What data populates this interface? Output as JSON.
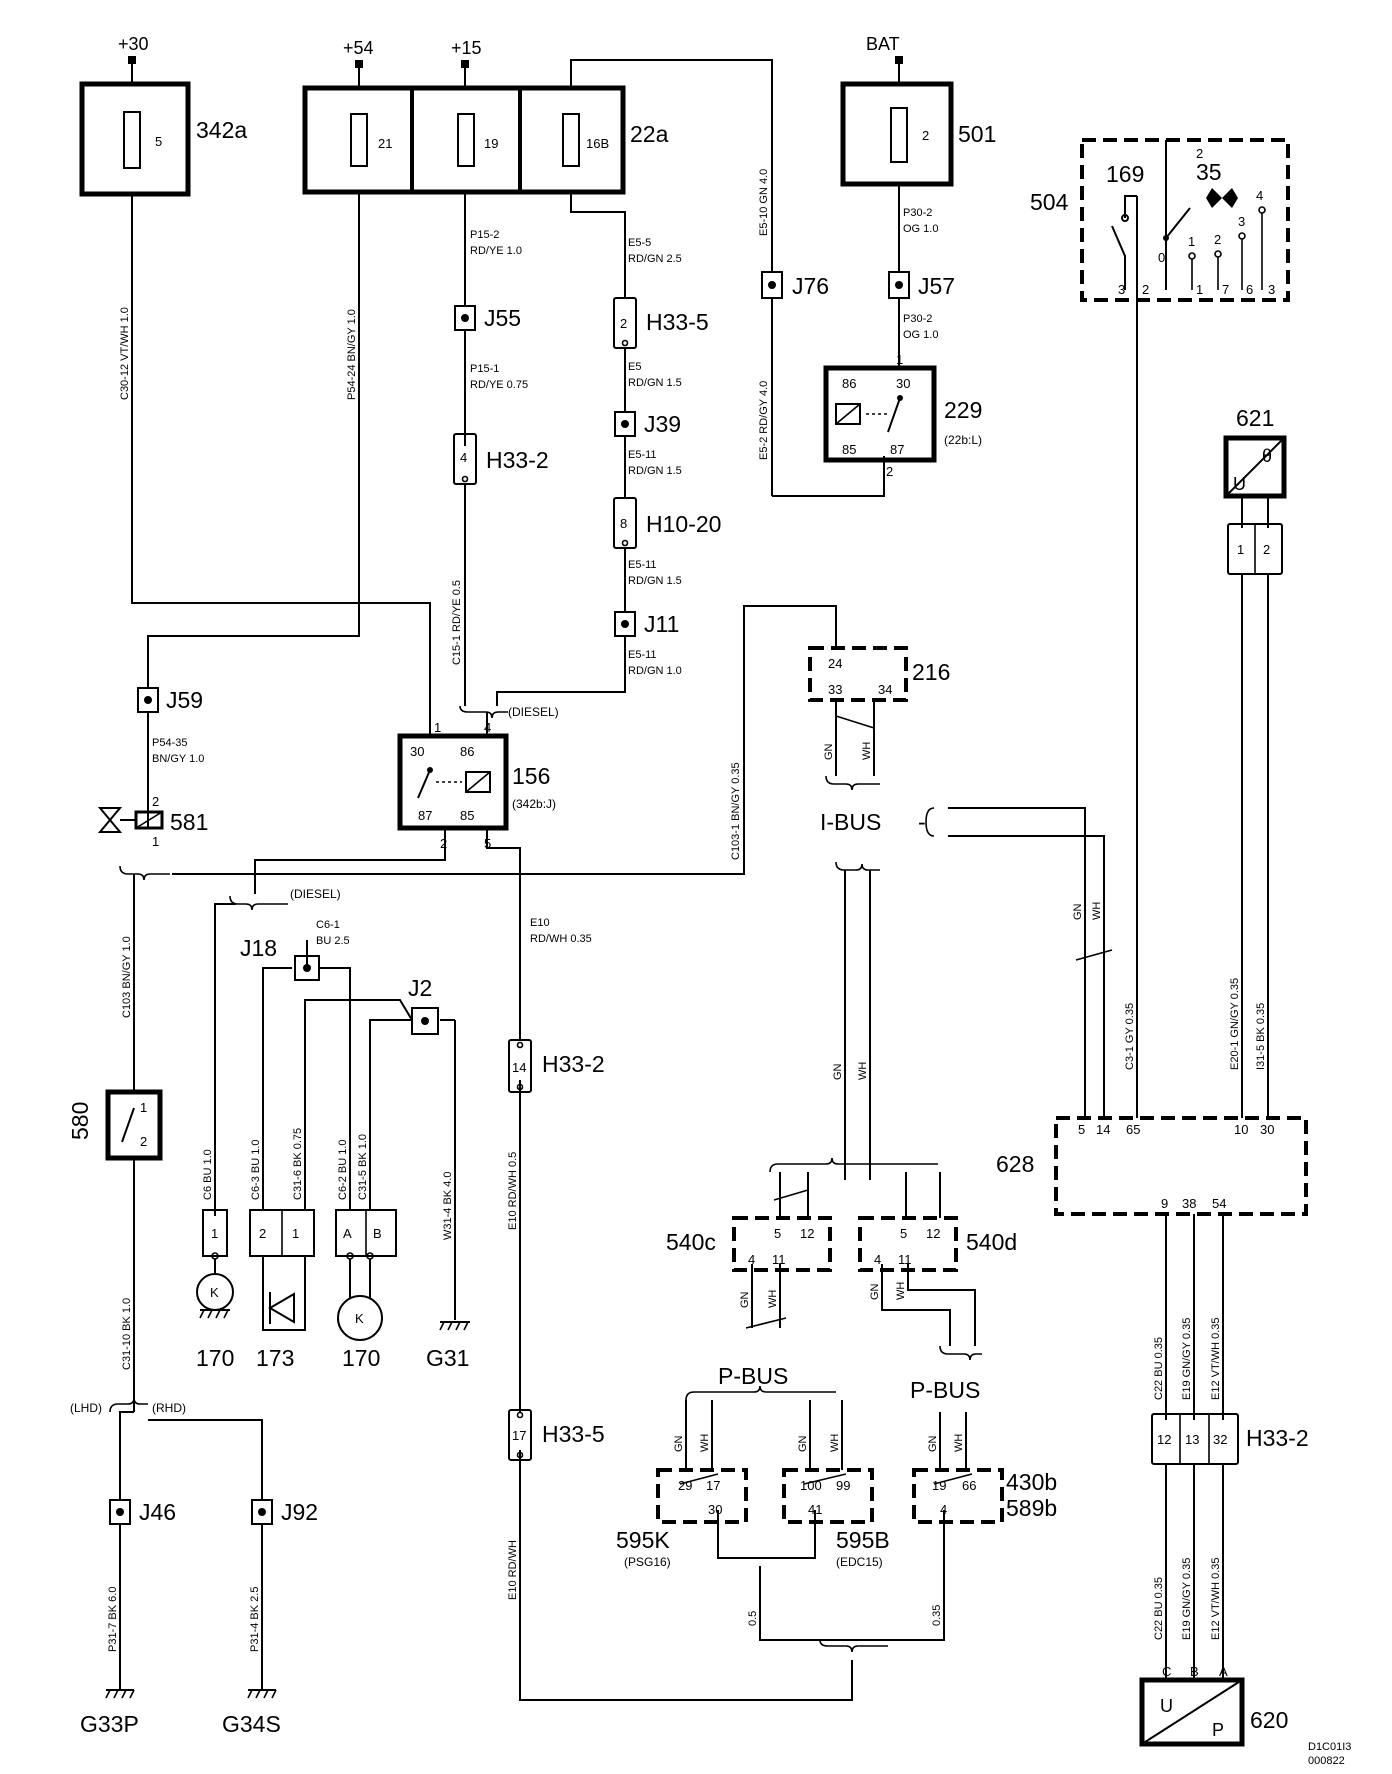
{
  "supplies": {
    "t30": "+30",
    "t54": "+54",
    "t15": "+15",
    "bat": "BAT"
  },
  "fuses": {
    "f342a": {
      "num": "5",
      "label": "342a"
    },
    "f21": "21",
    "f19": "19",
    "f16b": "16B",
    "f22a": "22a",
    "f501": {
      "num": "2",
      "label": "501"
    }
  },
  "wires": {
    "c30_12": "C30-12  VT/WH  1.0",
    "p54_24": "P54-24  BN/GY  1.0",
    "p15_2": "P15-2",
    "p15_2b": "RD/YE  1.0",
    "p15_1": "P15-1",
    "p15_1b": "RD/YE  0.75",
    "c15_1": "C15-1  RD/YE  0.5",
    "e5_5": "E5-5",
    "e5_5b": "RD/GN  2.5",
    "e5": "E5",
    "e5b": "RD/GN  1.5",
    "e5_11a": "E5-11",
    "e5_11ab": "RD/GN  1.5",
    "e5_11b": "E5-11",
    "e5_11bb": "RD/GN  1.5",
    "e5_11c": "E5-11",
    "e5_11cb": "RD/GN  1.0",
    "e5_10": "E5-10  GN  4.0",
    "e5_2": "E5-2  RD/GY  4.0",
    "p30_2a": "P30-2",
    "p30_2ab": "OG  1.0",
    "p30_2b": "P30-2",
    "p30_2bb": "OG  1.0",
    "p54_35": "P54-35",
    "p54_35b": "BN/GY  1.0",
    "c103_1": "C103-1  BN/GY  0.35",
    "c103": "C103  BN/GY  1.0",
    "c6_1": "C6-1",
    "c6_1b": "BU  2.5",
    "e10a": "E10",
    "e10ab": "RD/WH  0.35",
    "e10b": "E10  RD/WH  0.5",
    "e10c": "E10  RD/WH",
    "c31_10": "C31-10  BK  1.0",
    "p31_7": "P31-7  BK  6.0",
    "p31_4": "P31-4  BK  2.5",
    "c6": "C6  BU  1.0",
    "c6_3": "C6-3  BU  1.0",
    "c31_6": "C31-6  BK  0.75",
    "c6_2": "C6-2  BU  1.0",
    "c31_5": "C31-5  BK  1.0",
    "w31_4": "W31-4  BK  4.0",
    "c3_1": "C3-1  GY  0.35",
    "e20_1": "E20-1  GN/GY  0.35",
    "i31_5": "I31-5  BK  0.35",
    "c22": "C22  BU  0.35",
    "e19": "E19  GN/GY  0.35",
    "e12": "E12  VT/WH  0.35",
    "gn": "GN",
    "wh": "WH",
    "w05": "0.5",
    "w035": "0.35"
  },
  "junctions": {
    "j55": "J55",
    "j39": "J39",
    "j11": "J11",
    "j76": "J76",
    "j57": "J57",
    "j59": "J59",
    "j18": "J18",
    "j2": "J2",
    "j46": "J46",
    "j92": "J92"
  },
  "connectors": {
    "h33_5": "H33-5",
    "h33_2": "H33-2",
    "h10_20": "H10-20"
  },
  "relays": {
    "r229": {
      "label": "229",
      "sub": "(22b:L)",
      "p86": "86",
      "p30": "30",
      "p85": "85",
      "p87": "87"
    },
    "r156": {
      "label": "156",
      "sub": "(342b:J)",
      "p30": "30",
      "p86": "86",
      "p87": "87",
      "p85": "85"
    }
  },
  "components": {
    "c504": "504",
    "c169": "169",
    "c35": "35",
    "c621": "621",
    "c216": "216",
    "c581": "581",
    "c580": "580",
    "c628": "628",
    "c540c": "540c",
    "c540d": "540d",
    "c430b": "430b",
    "c589b": "589b",
    "c595k": "595K",
    "c595k_sub": "(PSG16)",
    "c595b": "595B",
    "c595b_sub": "(EDC15)",
    "c620": "620",
    "c170": "170",
    "c173": "173",
    "g31": "G31",
    "g33p": "G33P",
    "g34s": "G34S"
  },
  "buses": {
    "ibus": "I-BUS",
    "pbus": "P-BUS"
  },
  "notes": {
    "diesel": "(DIESEL)",
    "lhd": "(LHD)",
    "rhd": "(RHD)",
    "code1": "D1C01I3",
    "code2": "000822"
  }
}
